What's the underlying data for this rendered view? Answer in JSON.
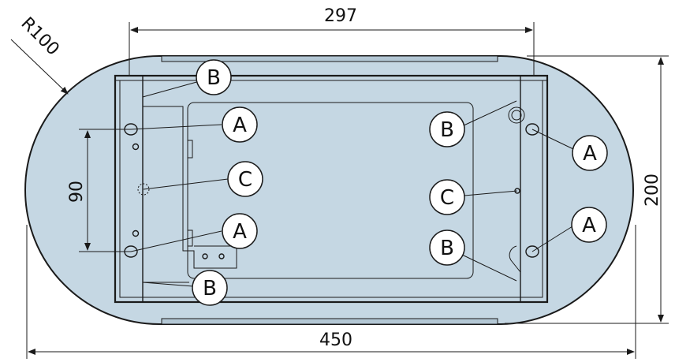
{
  "colors": {
    "plate_fill": "#c5d7e3",
    "line": "#1a1a1a",
    "callout_fill": "#ffffff"
  },
  "dimensions": {
    "top_width": "297",
    "overall_width": "450",
    "height": "200",
    "hole_spacing": "90",
    "radius": "R100"
  },
  "callouts": {
    "a1": "A",
    "a2": "A",
    "a3": "A",
    "a4": "A",
    "b1": "B",
    "b2": "B",
    "b3": "B",
    "b4": "B",
    "c1": "C",
    "c2": "C"
  }
}
